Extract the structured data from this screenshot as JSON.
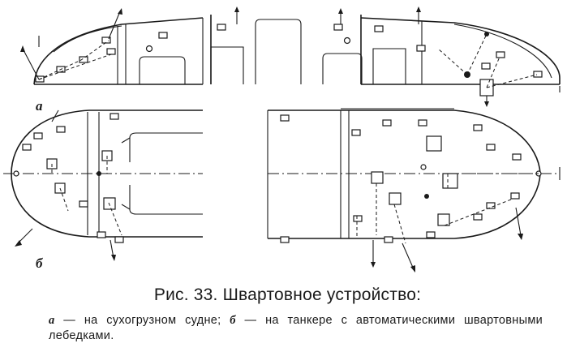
{
  "figure": {
    "panel_a_label": "а",
    "panel_b_label": "б"
  },
  "caption": {
    "title": "Рис. 33. Швартовное устройство:",
    "a_letter": "а",
    "a_text": " — на сухогрузном судне; ",
    "b_letter": "б",
    "b_text": " — на танкере с автоматическими швартовными лебедками."
  }
}
